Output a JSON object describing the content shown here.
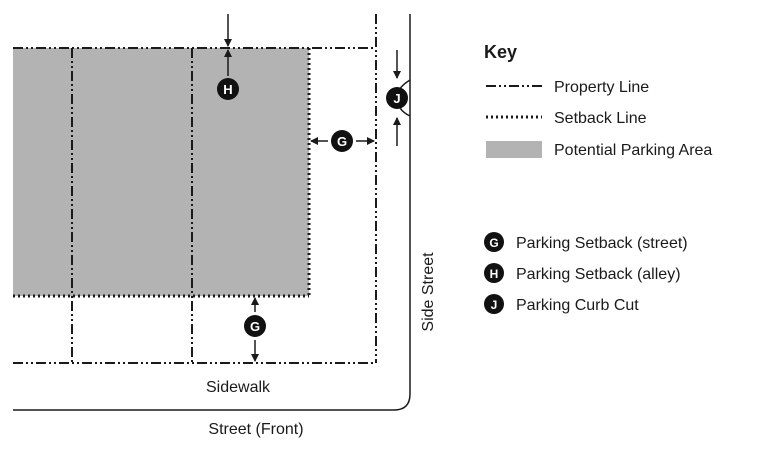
{
  "diagram": {
    "labels": {
      "sidewalk": "Sidewalk",
      "street_front": "Street (Front)",
      "side_street": "Side Street"
    },
    "badges": {
      "h": "H",
      "j": "J",
      "g_side": "G",
      "g_bottom": "G"
    }
  },
  "key": {
    "title": "Key",
    "property_line": "Property Line",
    "setback_line": "Setback Line",
    "parking_area": "Potential Parking Area",
    "g_letter": "G",
    "g_label": "Parking Setback (street)",
    "h_letter": "H",
    "h_label": "Parking Setback (alley)",
    "j_letter": "J",
    "j_label": "Parking Curb Cut"
  },
  "colors": {
    "parking_fill": "#b3b3b3",
    "line": "#1a1a1a",
    "badge": "#111111"
  }
}
